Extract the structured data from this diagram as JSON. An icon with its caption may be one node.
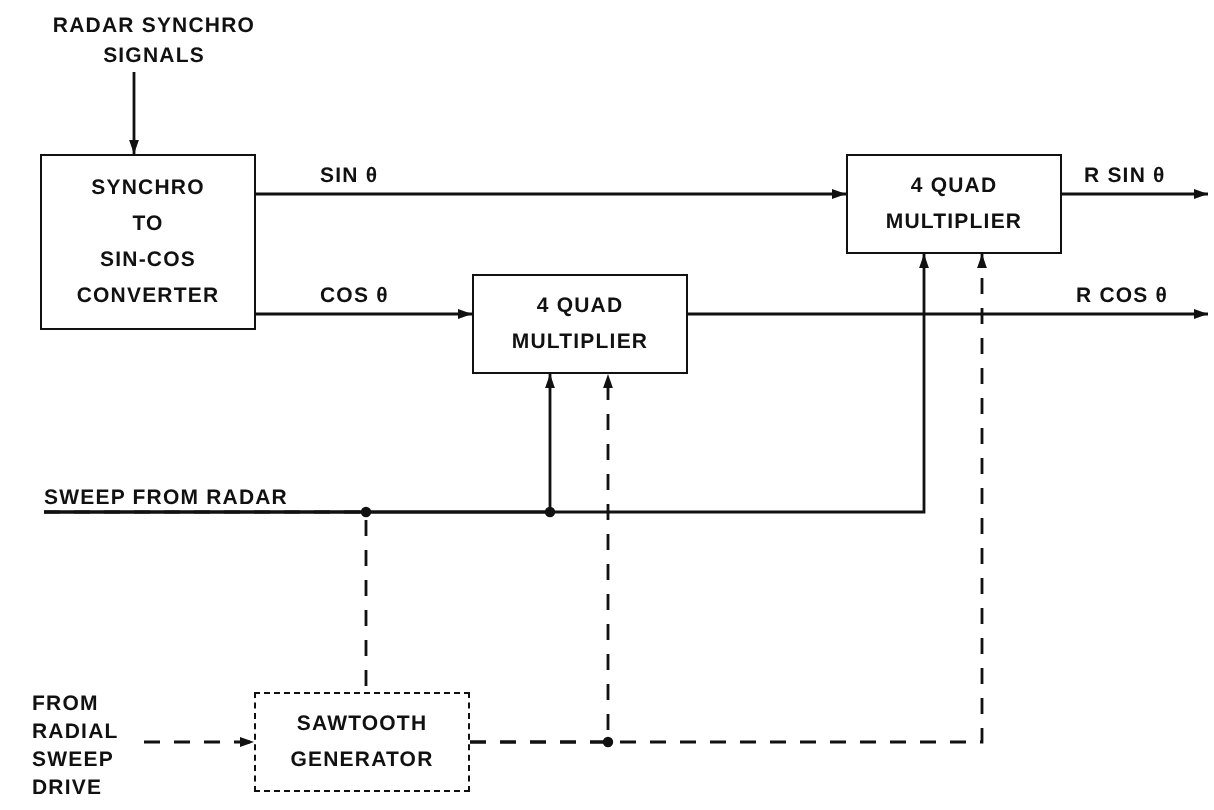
{
  "diagram": {
    "nodes": [
      {
        "text": [
          "RADAR SYNCHRO SIGNALS"
        ]
      },
      {
        "text": [
          "SYNCHRO TO SIN-COS CONVERTER"
        ]
      },
      {
        "text": [
          "4 QUAD MULTIPLIER"
        ]
      },
      {
        "text": [
          "4 QUAD MULTIPLIER"
        ]
      },
      {
        "text": [
          "SWEEP FROM RADAR"
        ]
      },
      {
        "text": [
          "FROM RADIAL SWEEP DRIVE"
        ]
      },
      {
        "text": [
          "SAWTOOTH GENERATOR"
        ]
      }
    ],
    "edges": [
      {
        "from": 0,
        "to": 1,
        "arrow": "to"
      },
      {
        "from": 1,
        "to": 2,
        "arrow": "to",
        "label": "SIN θ"
      },
      {
        "from": 1,
        "to": 3,
        "arrow": "to",
        "label": "COS θ"
      },
      {
        "from": 2,
        "to": null,
        "arrow": "to",
        "label": "R SIN θ"
      },
      {
        "from": 3,
        "to": null,
        "arrow": "to",
        "label": "R COS θ"
      },
      {
        "from": 4,
        "to": 3,
        "arrow": "to"
      },
      {
        "from": 4,
        "to": 2,
        "arrow": "to"
      },
      {
        "from": 4,
        "to": 6,
        "arrow": "none",
        "style": "dashed"
      },
      {
        "from": 6,
        "to": 3,
        "arrow": "to",
        "style": "dashed"
      },
      {
        "from": 6,
        "to": 2,
        "arrow": "to",
        "style": "dashed"
      },
      {
        "from": 5,
        "to": 6,
        "arrow": "to",
        "style": "dashed"
      }
    ]
  }
}
